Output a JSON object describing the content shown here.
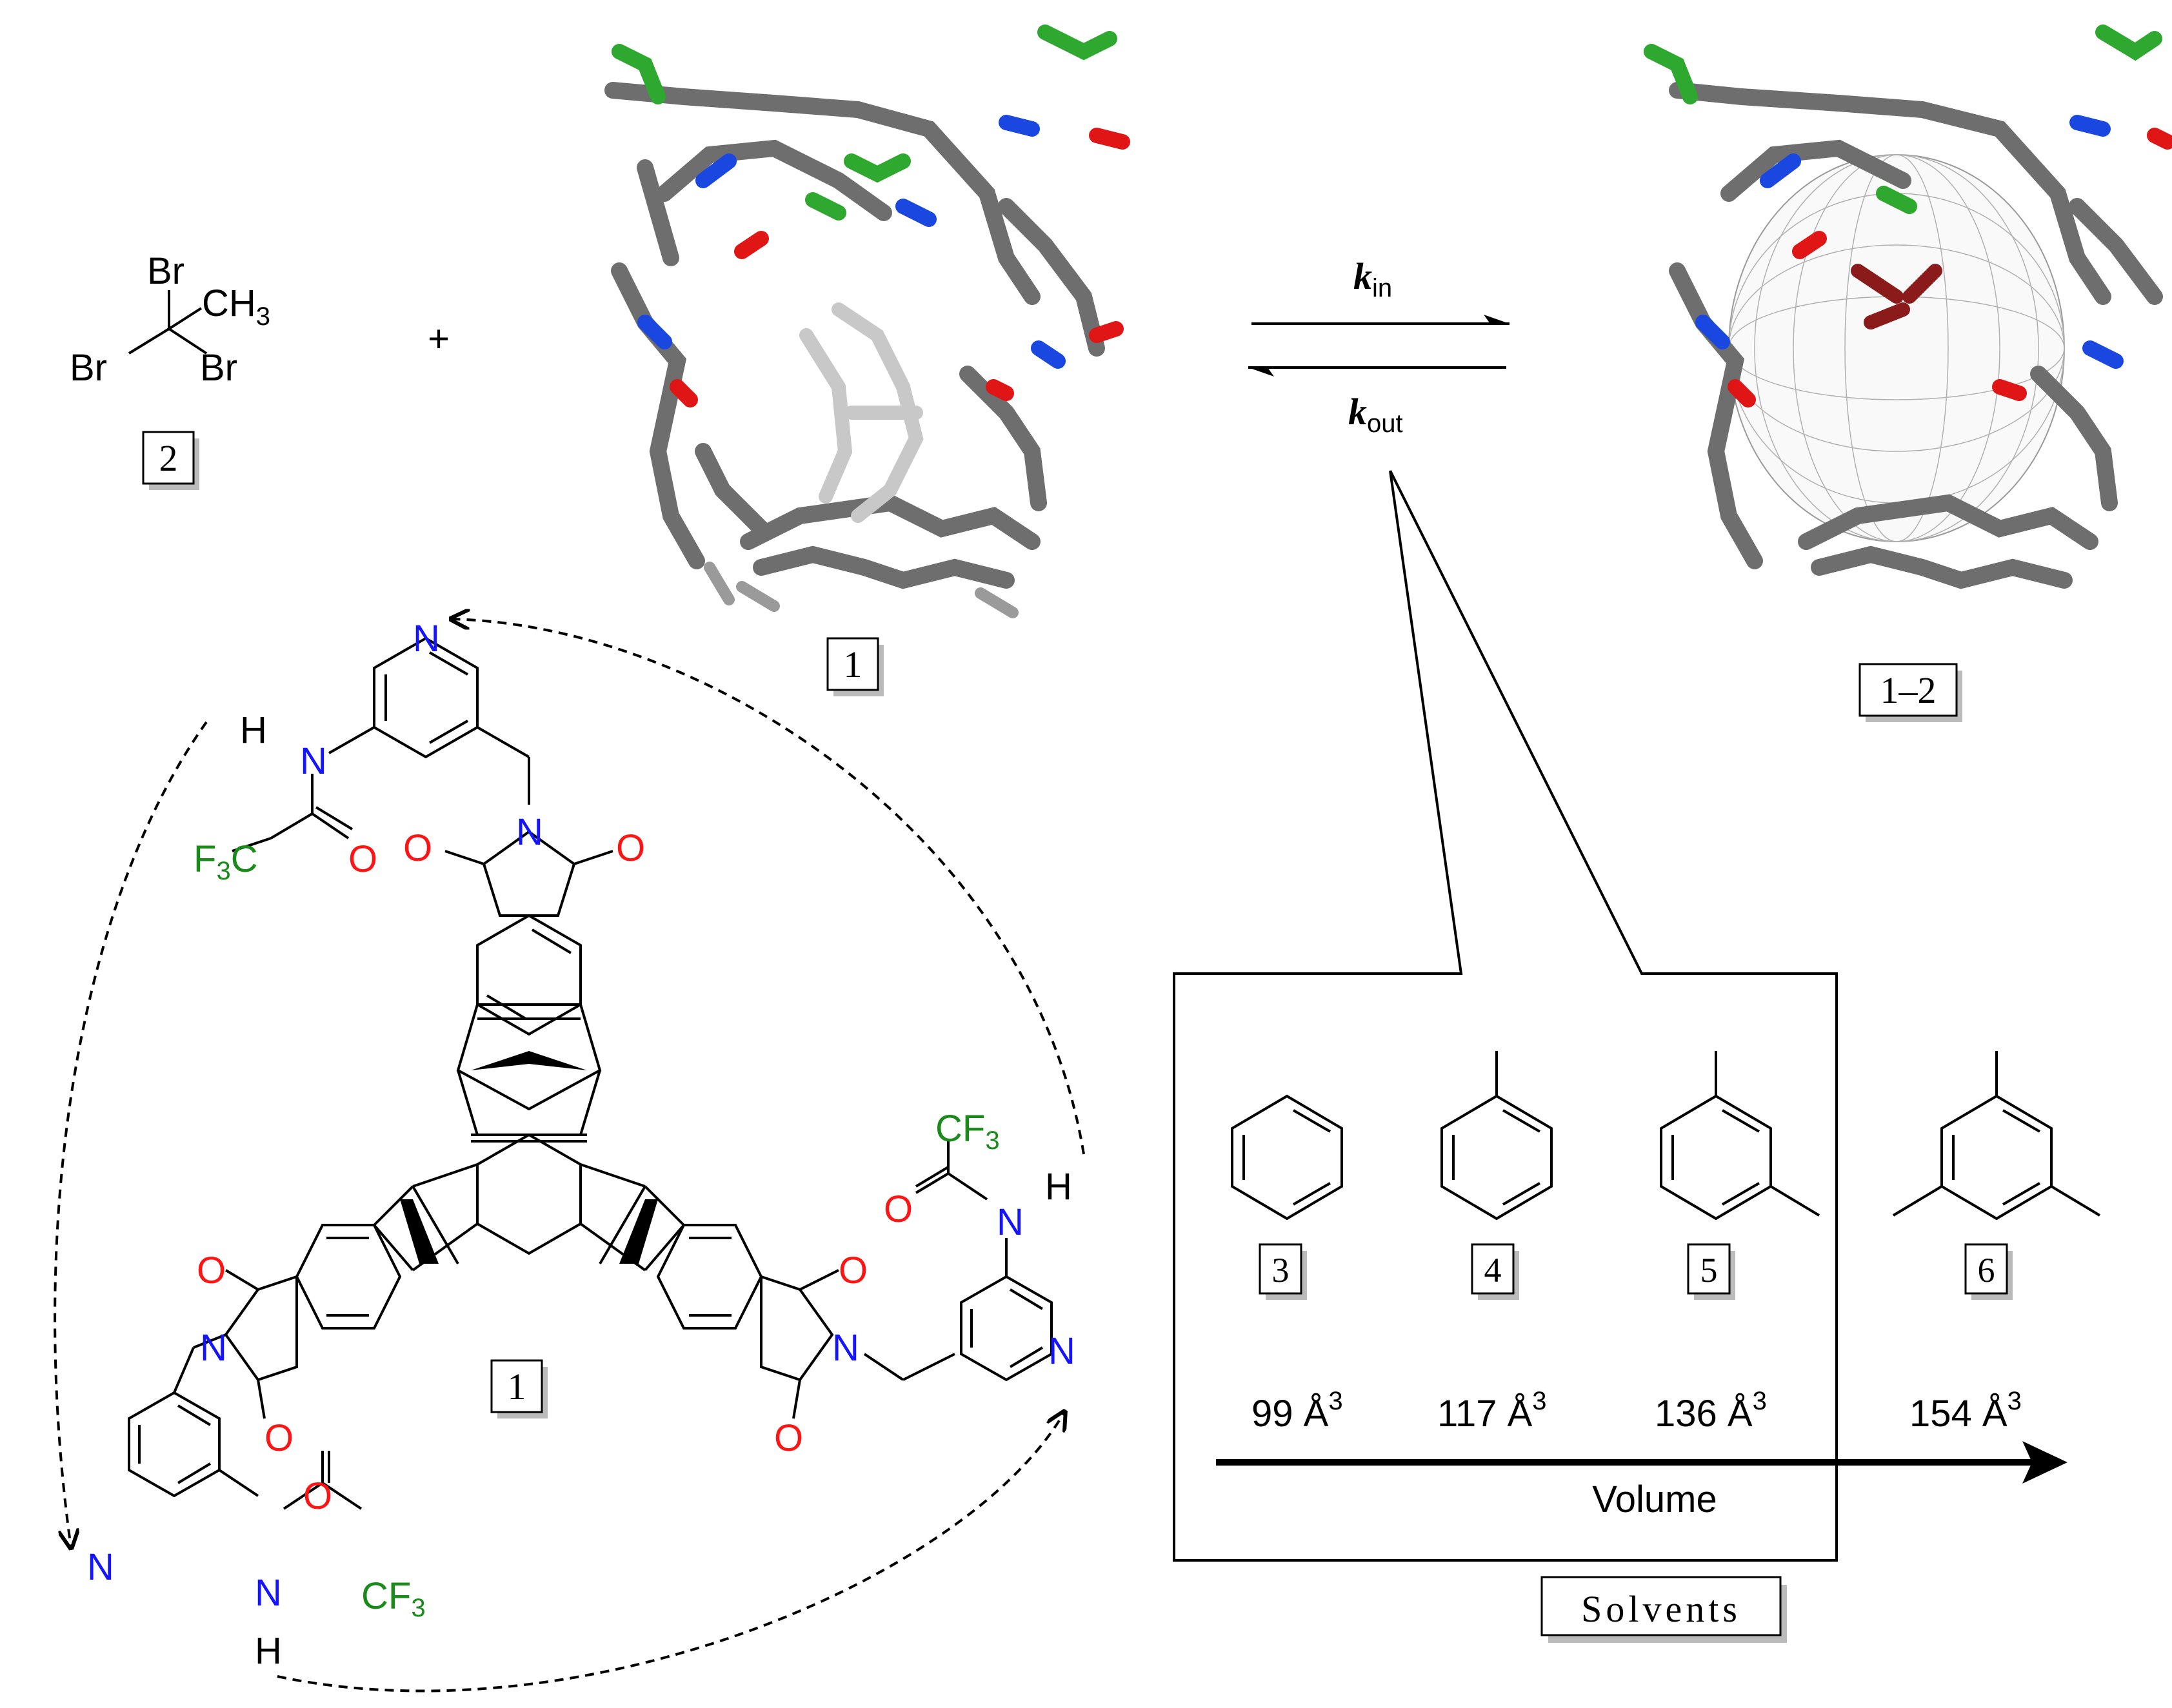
{
  "reagent": {
    "atoms": {
      "br_top": "Br",
      "ch3": "CH",
      "ch3_sub": "3",
      "br_left": "Br",
      "br_right": "Br"
    },
    "compound_label": "2",
    "plus": "+"
  },
  "host_3d": {
    "label": "1"
  },
  "complex_3d": {
    "label": "1–2"
  },
  "equilibrium": {
    "k_in": {
      "main": "k",
      "sub": "in"
    },
    "k_out": {
      "main": "k",
      "sub": "out"
    }
  },
  "structure": {
    "label": "1",
    "groups": {
      "n_pyr": "N",
      "h_amide": "H",
      "n_amide": "N",
      "f3c_main": "F",
      "f3c_sub": "3",
      "f3c_end": "C",
      "o_amide": "O",
      "n_imide": "N",
      "o_imide_l": "O",
      "o_imide_r": "O",
      "cf3_right_main": "CF",
      "cf3_right_sub": "3",
      "o_right_amide": "O",
      "n_right_amide": "N",
      "h_right": "H",
      "o_imide_right_top": "O",
      "o_imide_right_bot": "O",
      "n_imide_right": "N",
      "n_pyr_right": "N",
      "o_imide_left_top": "O",
      "o_imide_left_bot": "O",
      "n_imide_left": "N",
      "n_pyr_left": "N",
      "n_amide_left": "N",
      "h_left": "H",
      "o_left_amide": "O",
      "cf3_left_main": "CF",
      "cf3_left_sub": "3"
    }
  },
  "solvents_panel": {
    "items": [
      {
        "label": "3",
        "volume": "99 Å",
        "exp": "3"
      },
      {
        "label": "4",
        "volume": "117 Å",
        "exp": "3"
      },
      {
        "label": "5",
        "volume": "136 Å",
        "exp": "3"
      },
      {
        "label": "6",
        "volume": "154 Å",
        "exp": "3"
      }
    ],
    "axis_label": "Volume",
    "caption": "Solvents"
  },
  "colors": {
    "nitrogen": "#1414ff",
    "oxygen": "#ff1414",
    "fluorine": "#1a8a1a",
    "carbon": "#000000"
  }
}
